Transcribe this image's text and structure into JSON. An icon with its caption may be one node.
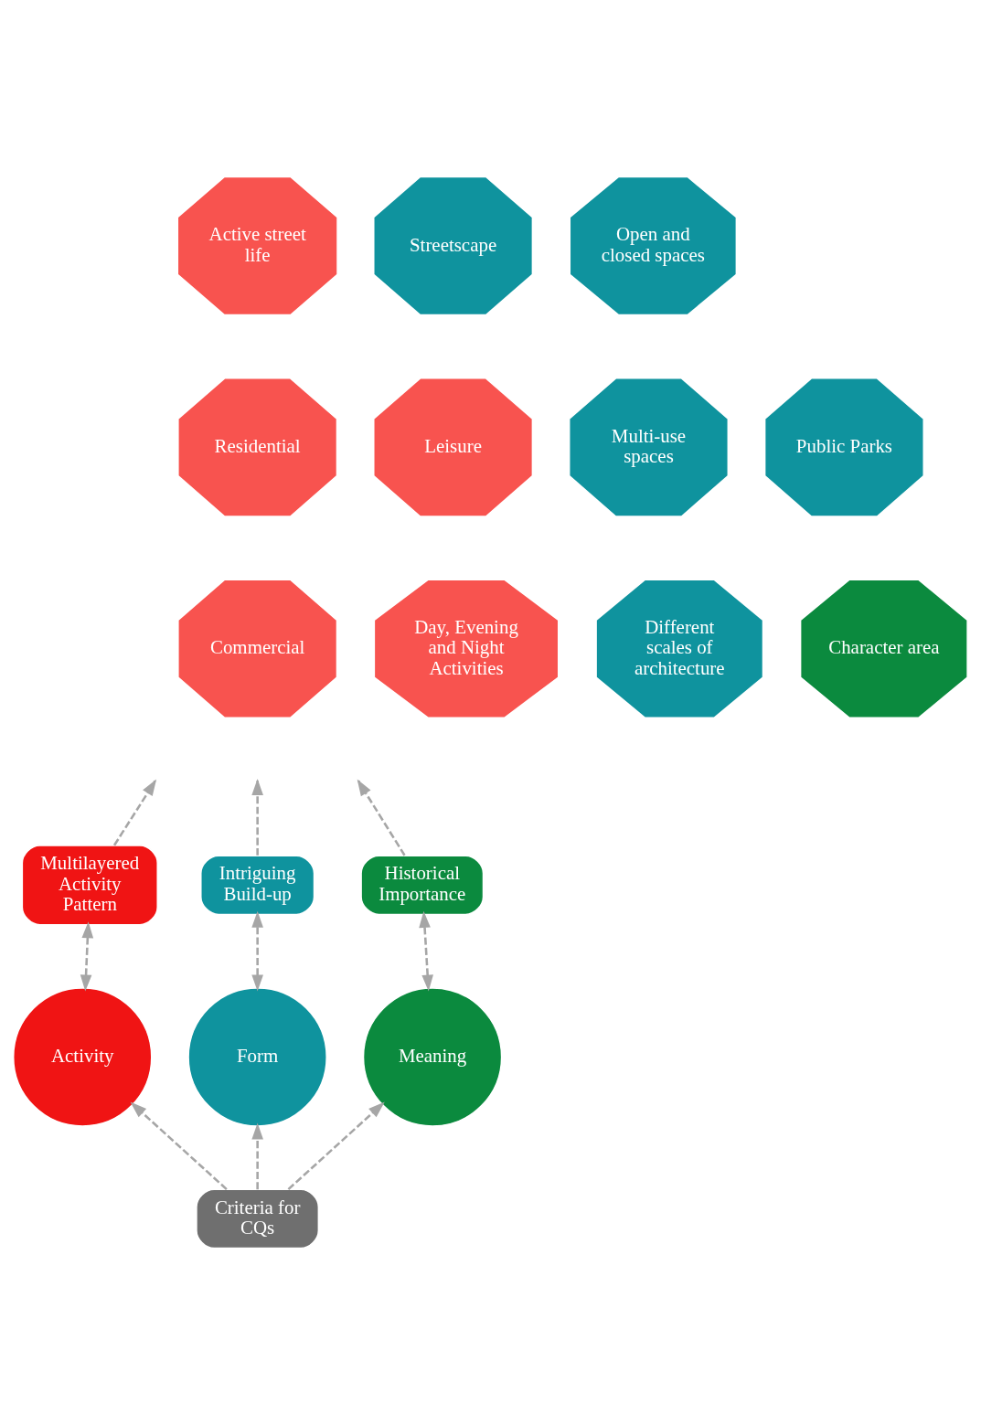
{
  "diagram": {
    "nodes": [
      {
        "text": [
          "Criteria for CQs"
        ]
      },
      {
        "text": [
          "Activity"
        ]
      },
      {
        "text": [
          "Form"
        ]
      },
      {
        "text": [
          "Meaning"
        ]
      },
      {
        "text": [
          "Multilayered Activity Pattern"
        ]
      },
      {
        "text": [
          "Intriguing Build-up"
        ]
      },
      {
        "text": [
          "Historical Importance"
        ]
      },
      {
        "text": [
          "Commercial"
        ]
      },
      {
        "text": [
          "Day, Evening and Night Activities"
        ]
      },
      {
        "text": [
          "Different scales of architecture"
        ]
      },
      {
        "text": [
          "Character area"
        ]
      },
      {
        "text": [
          "Residential"
        ]
      },
      {
        "text": [
          "Leisure"
        ]
      },
      {
        "text": [
          "Multi-use spaces"
        ]
      },
      {
        "text": [
          "Public Parks"
        ]
      },
      {
        "text": [
          "Active street life"
        ]
      },
      {
        "text": [
          "Streetscape"
        ]
      },
      {
        "text": [
          "Open and closed spaces"
        ]
      }
    ],
    "edges": [
      {
        "from": 0,
        "to": 1,
        "arrow": "to",
        "style": "dashed"
      },
      {
        "from": 0,
        "to": 2,
        "arrow": "to",
        "style": "dashed"
      },
      {
        "from": 0,
        "to": 3,
        "arrow": "to",
        "style": "dashed"
      },
      {
        "from": 1,
        "to": 4,
        "arrow": "both",
        "style": "dashed"
      },
      {
        "from": 2,
        "to": 5,
        "arrow": "both",
        "style": "dashed"
      },
      {
        "from": 3,
        "to": 6,
        "arrow": "both",
        "style": "dashed"
      },
      {
        "from": 4,
        "to": null,
        "arrow": "to",
        "style": "dashed"
      },
      {
        "from": 5,
        "to": null,
        "arrow": "to",
        "style": "dashed"
      },
      {
        "from": 6,
        "to": null,
        "arrow": "to",
        "style": "dashed"
      }
    ]
  }
}
